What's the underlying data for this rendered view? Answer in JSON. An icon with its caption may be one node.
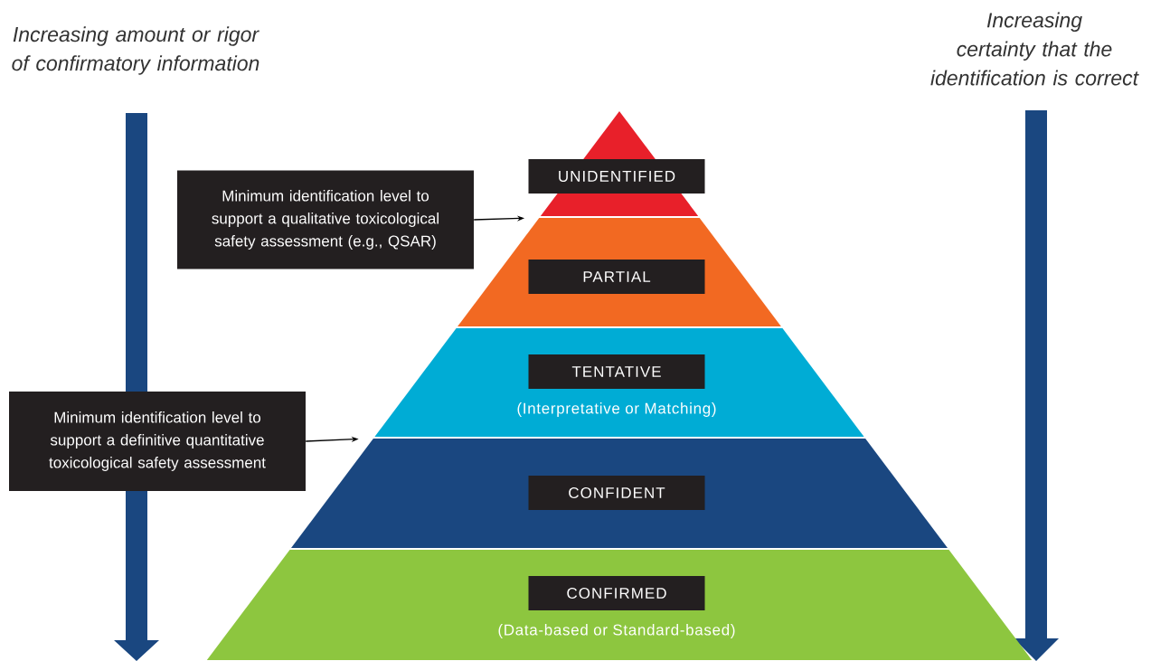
{
  "diagram": {
    "nodes": [
      {
        "text": [
          "UNIDENTIFIED"
        ]
      },
      {
        "text": [
          "PARTIAL"
        ]
      },
      {
        "text": [
          "TENTATIVE",
          "(Interpretative or Matching)"
        ]
      },
      {
        "text": [
          "CONFIDENT"
        ]
      },
      {
        "text": [
          "CONFIRMED",
          "(Data-based or Standard-based)"
        ]
      },
      {
        "text": [
          "Minimum identification level to support a qualitative toxicological safety assessment (e.g., QSAR)"
        ]
      },
      {
        "text": [
          "Minimum identification level to support a definitive quantitative toxicological safety assessment"
        ]
      }
    ],
    "edges": [
      {
        "from": 5,
        "to": 1,
        "arrow": "to"
      },
      {
        "from": 6,
        "to": 3,
        "arrow": "to"
      }
    ],
    "labels": [
      "Increasing amount or rigor of confirmatory information",
      "Increasing certainty that the identification is correct"
    ]
  }
}
